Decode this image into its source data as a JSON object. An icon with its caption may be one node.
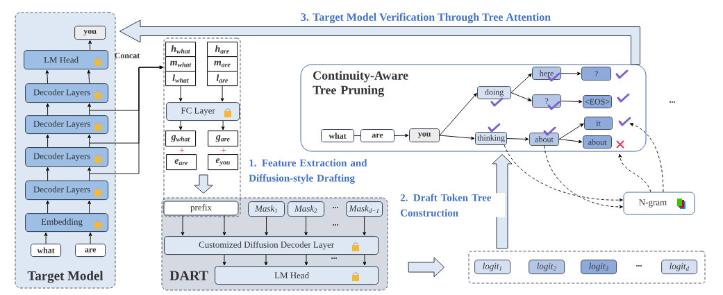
{
  "diagram": {
    "nodes": [
      {
        "text": [
          "Target Model"
        ]
      },
      {
        "text": [
          "you"
        ],
        "in": 0
      },
      {
        "text": [
          "LM Head"
        ],
        "in": 0
      },
      {
        "text": [
          "Decoder Layers"
        ],
        "in": 0
      },
      {
        "text": [
          "Decoder Layers"
        ],
        "in": 0
      },
      {
        "text": [
          "Decoder Layers"
        ],
        "in": 0
      },
      {
        "text": [
          "Decoder Layers"
        ],
        "in": 0
      },
      {
        "text": [
          "Embedding"
        ],
        "in": 0
      },
      {
        "text": [
          "what"
        ],
        "in": 0
      },
      {
        "text": [
          "are"
        ],
        "in": 0
      },
      {
        "text": [],
        "shape": "box"
      },
      {
        "text": [
          "h$_{what}$"
        ],
        "in": 10
      },
      {
        "text": [
          "m$_{what}$"
        ],
        "in": 10
      },
      {
        "text": [
          "l$_{what}$"
        ],
        "in": 10
      },
      {
        "text": [
          "h$_{are}$"
        ],
        "in": 10
      },
      {
        "text": [
          "m$_{are}$"
        ],
        "in": 10
      },
      {
        "text": [
          "l$_{are}$"
        ],
        "in": 10
      },
      {
        "text": [
          "FC Layer"
        ],
        "in": 10
      },
      {
        "text": [
          "g$_{what}$"
        ],
        "in": 10
      },
      {
        "text": [
          "e$_{are}$"
        ],
        "in": 10
      },
      {
        "text": [
          "g$_{are}$"
        ],
        "in": 10
      },
      {
        "text": [
          "e$_{you}$"
        ],
        "in": 10
      },
      {
        "text": [
          "DART"
        ]
      },
      {
        "text": [
          "prefix"
        ]
      },
      {
        "text": [
          "Mask$_{1}$"
        ],
        "in": 22
      },
      {
        "text": [
          "Mask$_{2}$"
        ],
        "in": 22
      },
      {
        "text": [
          "Mask$_{d−1}$"
        ],
        "in": 22
      },
      {
        "text": [
          "Customized Diffusion Decoder Layer"
        ],
        "in": 22
      },
      {
        "text": [
          "LM Head"
        ],
        "in": 22
      },
      {
        "text": [
          "Continuity-Aware Tree Pruning"
        ]
      },
      {
        "text": [
          "what"
        ],
        "in": 29
      },
      {
        "text": [
          "are"
        ],
        "in": 29
      },
      {
        "text": [
          "you"
        ],
        "in": 29
      },
      {
        "text": [
          "doing"
        ],
        "in": 29
      },
      {
        "text": [
          "thinking"
        ],
        "in": 29
      },
      {
        "text": [
          "here"
        ],
        "in": 29
      },
      {
        "text": [
          "?"
        ],
        "in": 29
      },
      {
        "text": [
          "about"
        ],
        "in": 29
      },
      {
        "text": [
          "?"
        ],
        "in": 29
      },
      {
        "text": [
          "<EOS>"
        ],
        "in": 29
      },
      {
        "text": [
          "it"
        ],
        "in": 29
      },
      {
        "text": [
          "about"
        ],
        "in": 29
      },
      {
        "text": [
          "N-gram"
        ]
      },
      {
        "text": [],
        "shape": "box"
      },
      {
        "text": [
          "logit$_{1}$"
        ],
        "in": 43
      },
      {
        "text": [
          "logit$_{2}$"
        ],
        "in": 43
      },
      {
        "text": [
          "logit$_{3}$"
        ],
        "in": 43
      },
      {
        "text": [
          "logit$_{d}$"
        ],
        "in": 43
      }
    ],
    "edges": [
      {
        "from": 8,
        "to": 7,
        "arrow": "to"
      },
      {
        "from": 9,
        "to": 7,
        "arrow": "to"
      },
      {
        "from": 7,
        "to": 6,
        "arrow": "to"
      },
      {
        "from": 7,
        "to": 6,
        "arrow": "to"
      },
      {
        "from": 6,
        "to": 5,
        "arrow": "to"
      },
      {
        "from": 6,
        "to": 5,
        "arrow": "to"
      },
      {
        "from": 5,
        "to": 4,
        "arrow": "to"
      },
      {
        "from": 5,
        "to": 4,
        "arrow": "to"
      },
      {
        "from": 4,
        "to": 3,
        "arrow": "to"
      },
      {
        "from": 4,
        "to": 3,
        "arrow": "to"
      },
      {
        "from": 3,
        "to": 2,
        "arrow": "to"
      },
      {
        "from": 3,
        "to": 2,
        "arrow": "to"
      },
      {
        "from": 2,
        "to": 1,
        "arrow": "to"
      },
      {
        "from": 4,
        "to": 10,
        "arrow": "to"
      },
      {
        "from": 5,
        "to": 10,
        "arrow": "to"
      },
      {
        "from": 6,
        "to": 10,
        "arrow": "to"
      },
      {
        "from": 13,
        "to": 17,
        "arrow": "to"
      },
      {
        "from": 16,
        "to": 17,
        "arrow": "to"
      },
      {
        "from": 17,
        "to": 18,
        "arrow": "to"
      },
      {
        "from": 17,
        "to": 20,
        "arrow": "to"
      },
      {
        "from": null,
        "to": 23,
        "arrow": "to",
        "style": "thick"
      },
      {
        "from": 23,
        "to": 27,
        "arrow": "to"
      },
      {
        "from": 23,
        "to": 27,
        "arrow": "to"
      },
      {
        "from": 24,
        "to": 27,
        "arrow": "to"
      },
      {
        "from": 25,
        "to": 27,
        "arrow": "to"
      },
      {
        "from": 26,
        "to": 27,
        "arrow": "to"
      },
      {
        "from": 27,
        "to": 28,
        "arrow": "to"
      },
      {
        "from": 27,
        "to": 28,
        "arrow": "to"
      },
      {
        "from": 27,
        "to": 28,
        "arrow": "to"
      },
      {
        "from": 27,
        "to": 28,
        "arrow": "to"
      },
      {
        "from": 22,
        "to": 43,
        "arrow": "to",
        "style": "thick"
      },
      {
        "from": 43,
        "to": 29,
        "arrow": "to",
        "style": "thick",
        "label": "2. Draft Token Tree Construction"
      },
      {
        "from": 29,
        "to": 0,
        "arrow": "to",
        "style": "thick",
        "label": "3. Target Model Verification Through Tree Attention"
      },
      {
        "from": 30,
        "to": 31,
        "arrow": "none"
      },
      {
        "from": 31,
        "to": 32,
        "arrow": "to"
      },
      {
        "from": 32,
        "to": 33,
        "arrow": "to"
      },
      {
        "from": 32,
        "to": 34,
        "arrow": "to"
      },
      {
        "from": 33,
        "to": 35,
        "arrow": "to"
      },
      {
        "from": 33,
        "to": 36,
        "arrow": "to"
      },
      {
        "from": 35,
        "to": 38,
        "arrow": "to"
      },
      {
        "from": 36,
        "to": 39,
        "arrow": "to"
      },
      {
        "from": 34,
        "to": 37,
        "arrow": "to"
      },
      {
        "from": 37,
        "to": 40,
        "arrow": "to"
      },
      {
        "from": 37,
        "to": 41,
        "arrow": "to"
      },
      {
        "from": 34,
        "to": 42,
        "arrow": "to",
        "style": "dashed"
      },
      {
        "from": 37,
        "to": 42,
        "arrow": "to",
        "style": "dashed"
      },
      {
        "from": 42,
        "to": 40,
        "arrow": "to",
        "style": "dashed"
      },
      {
        "from": 42,
        "to": 41,
        "arrow": "to",
        "style": "dashed"
      }
    ],
    "labels": [
      "Concat",
      "...",
      "+",
      "+",
      "1. Feature Extraction and Diffusion-style Drafting",
      "...",
      "...",
      "...",
      "..."
    ]
  }
}
